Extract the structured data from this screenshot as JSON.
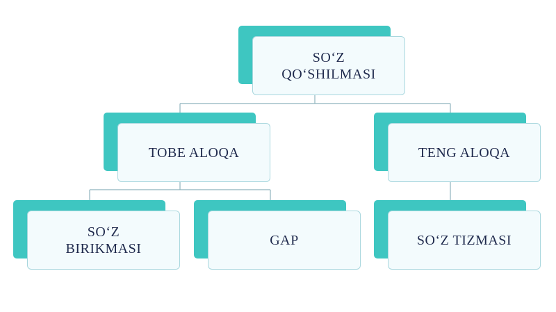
{
  "diagram": {
    "colors": {
      "accent": "#3ec6c1",
      "card_fill": "#f3fbfd",
      "card_border": "#a9d7de",
      "text": "#1f2a4d",
      "connector": "#8fb3bd"
    },
    "nodes": {
      "root": {
        "label": "SO‘Z\nQO‘SHILMASI"
      },
      "tobe": {
        "label": "TOBE ALOQA"
      },
      "teng": {
        "label": "TENG ALOQA"
      },
      "birikma": {
        "label": "SO‘Z\nBIRIKMASI"
      },
      "gap": {
        "label": "GAP"
      },
      "tizma": {
        "label": "SO‘Z TIZMASI"
      }
    },
    "edges": [
      {
        "from": "root",
        "to": "tobe"
      },
      {
        "from": "root",
        "to": "teng"
      },
      {
        "from": "tobe",
        "to": "birikma"
      },
      {
        "from": "tobe",
        "to": "gap"
      },
      {
        "from": "teng",
        "to": "tizma"
      }
    ]
  }
}
